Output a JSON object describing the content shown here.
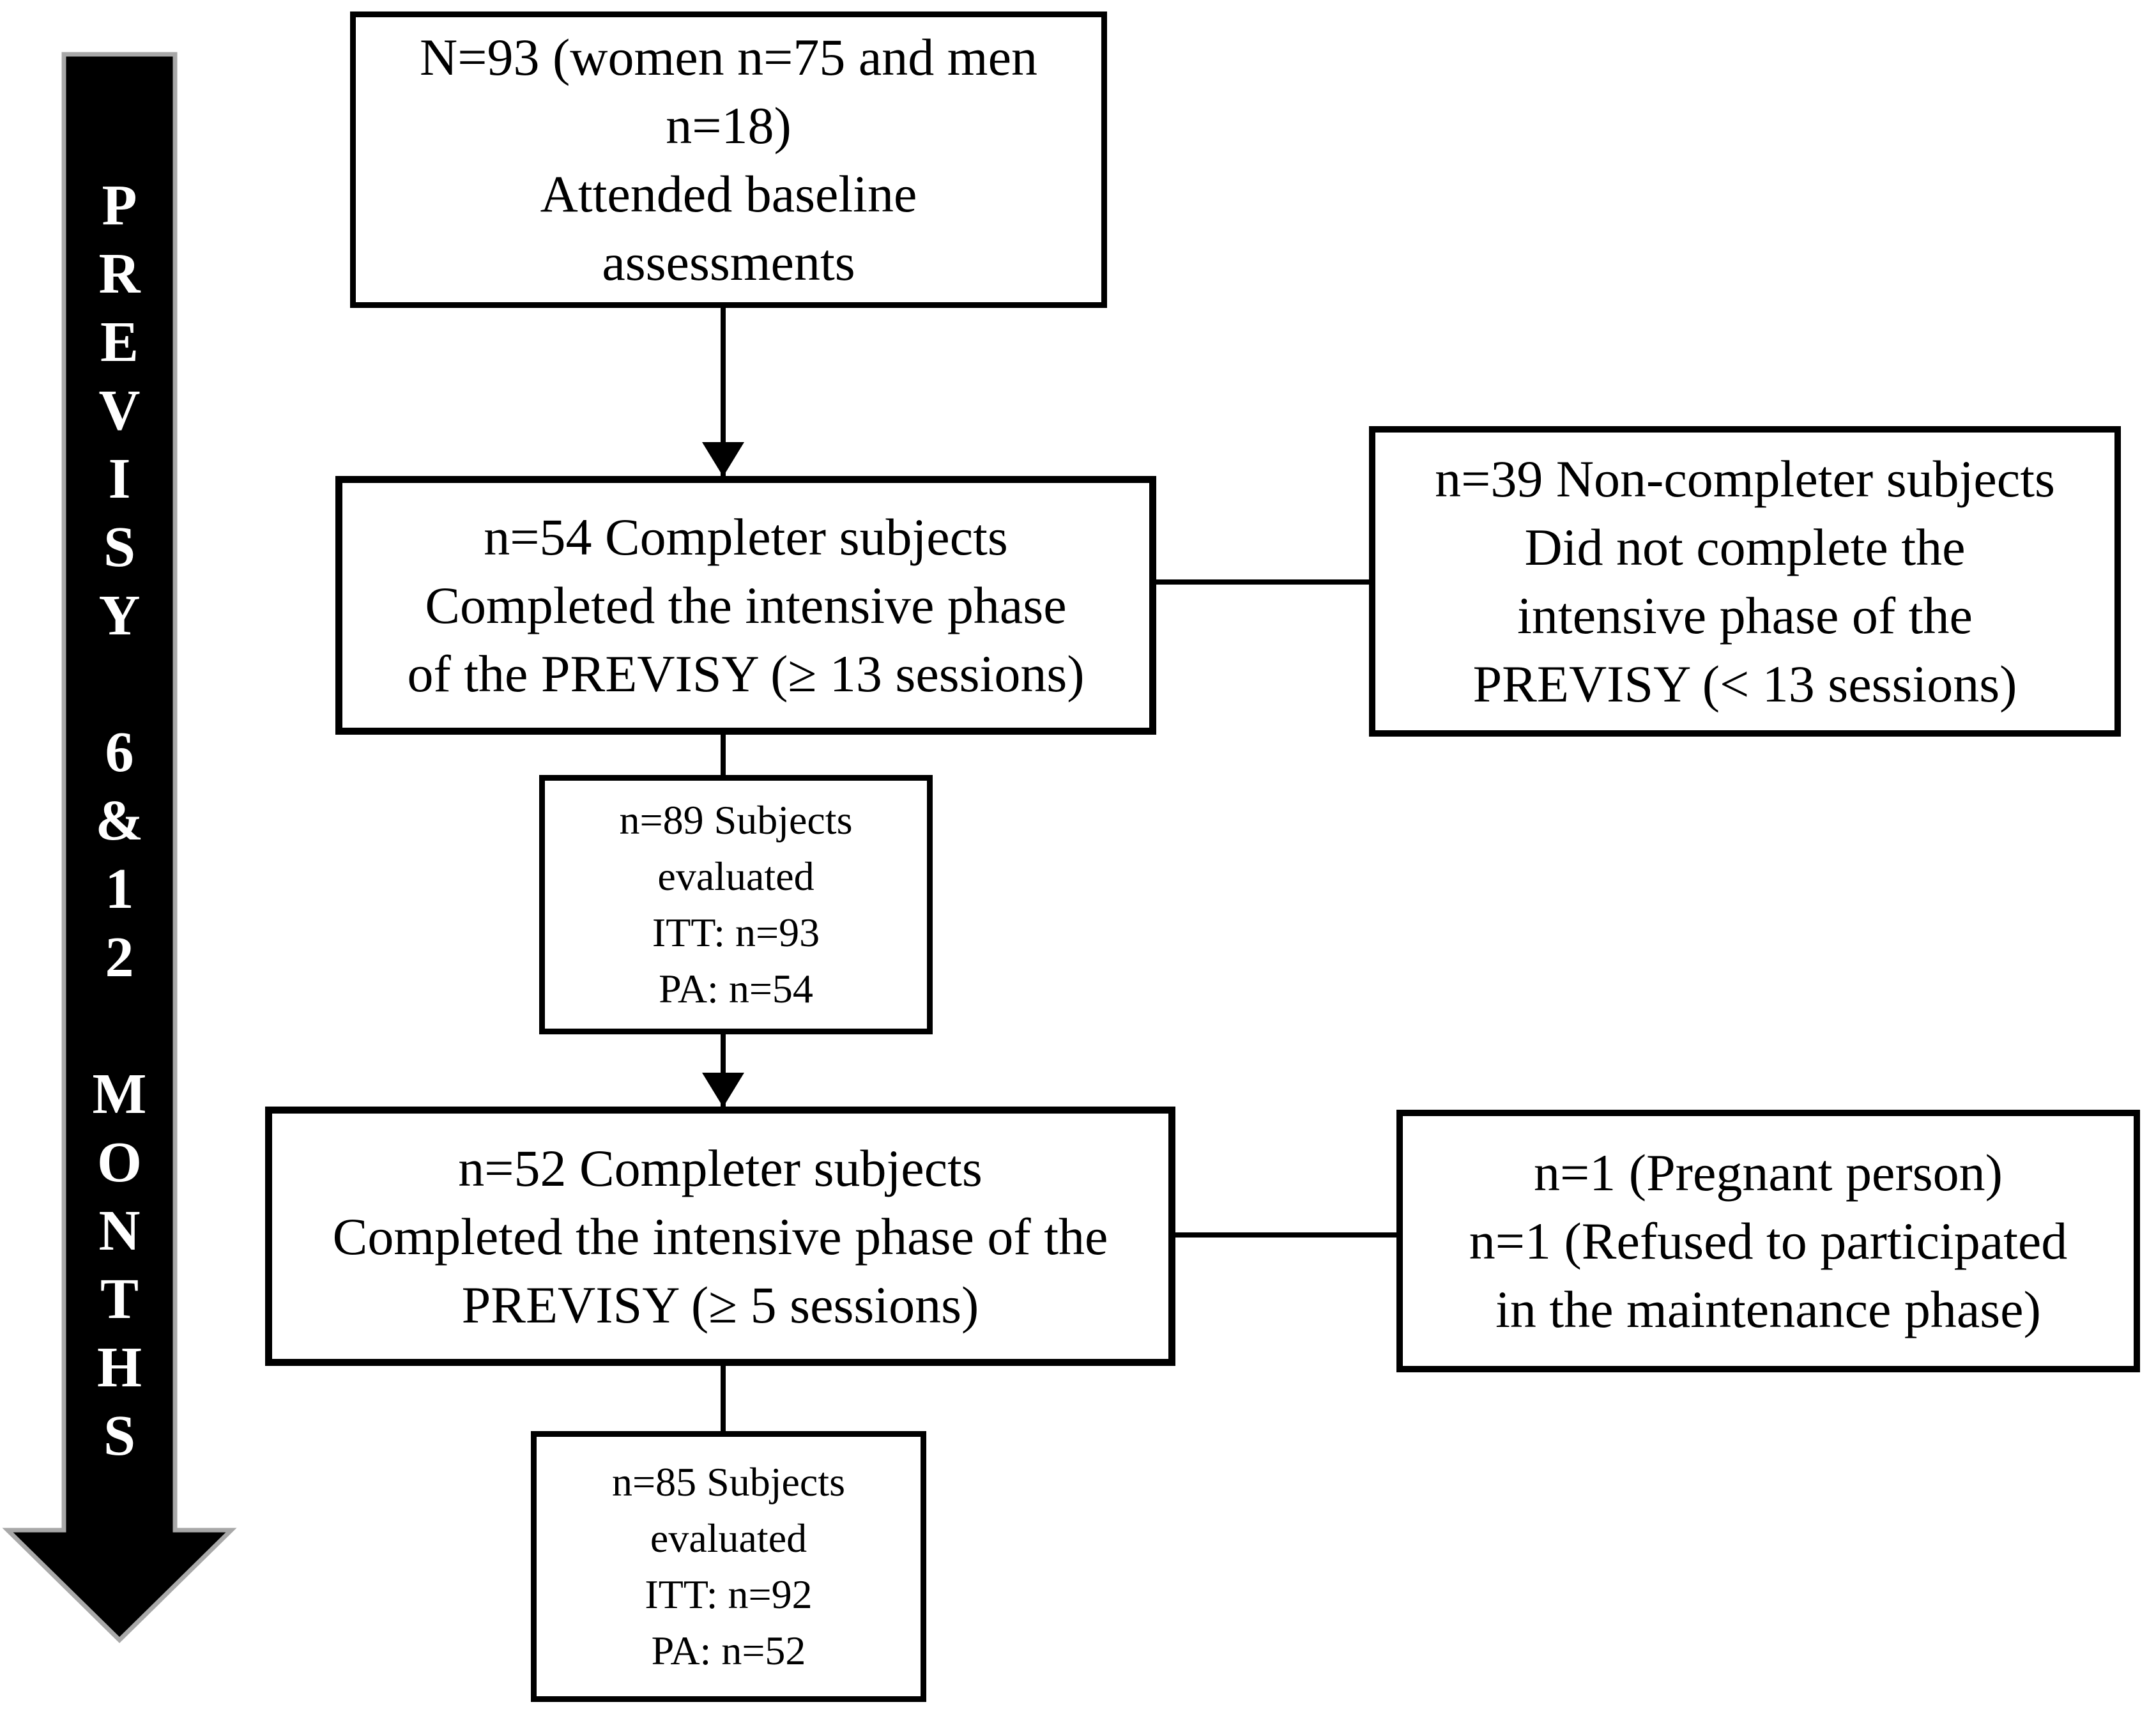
{
  "side_arrow": {
    "full_label": "PREVISY 6&12 MONTHS",
    "letters": [
      "P",
      "R",
      "E",
      "V",
      "I",
      "S",
      "Y",
      "",
      "6",
      "&",
      "1",
      "2",
      "",
      "M",
      "O",
      "N",
      "T",
      "H",
      "S"
    ],
    "fill_color": "#000000",
    "edge_color": "#a8a8a8",
    "text_color": "#ffffff"
  },
  "boxes": {
    "baseline": {
      "lines": [
        "N=93 (women n=75 and men",
        "n=18)",
        "Attended baseline",
        "assessments"
      ]
    },
    "completers_intensive": {
      "lines": [
        "n=54 Completer subjects",
        "Completed the intensive phase",
        "of the PREVISY (≥ 13 sessions)"
      ]
    },
    "non_completers": {
      "lines": [
        "n=39 Non-completer subjects",
        "Did not complete the",
        "intensive phase of the",
        "PREVISY (< 13 sessions)"
      ]
    },
    "evaluated_first": {
      "lines": [
        "n=89 Subjects",
        "evaluated",
        "ITT: n=93",
        "PA: n=54"
      ]
    },
    "completers_maintenance": {
      "lines": [
        "n=52 Completer subjects",
        "Completed the intensive phase of the",
        "PREVISY (≥ 5 sessions)"
      ]
    },
    "maintenance_dropouts": {
      "lines": [
        "n=1 (Pregnant person)",
        "n=1 (Refused to participated",
        "in the maintenance phase)"
      ]
    },
    "evaluated_second": {
      "lines": [
        "n=85 Subjects",
        "evaluated",
        "ITT: n=92",
        "PA: n=52"
      ]
    }
  }
}
